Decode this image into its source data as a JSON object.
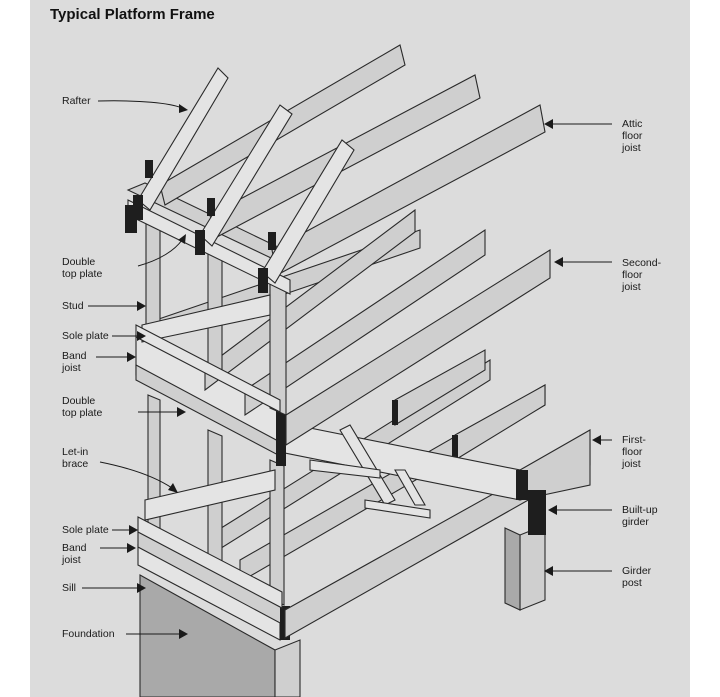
{
  "title": "Typical Platform Frame",
  "labels_left": {
    "rafter": [
      "Rafter"
    ],
    "double_top_plate_upper": [
      "Double",
      "top plate"
    ],
    "stud": [
      "Stud"
    ],
    "sole_plate_upper": [
      "Sole plate"
    ],
    "band_joist_upper": [
      "Band",
      "joist"
    ],
    "double_top_plate_lower": [
      "Double",
      "top plate"
    ],
    "let_in_brace": [
      "Let-in",
      "brace"
    ],
    "sole_plate_lower": [
      "Sole plate"
    ],
    "band_joist_lower": [
      "Band",
      "joist"
    ],
    "sill": [
      "Sill"
    ],
    "foundation": [
      "Foundation"
    ]
  },
  "labels_right": {
    "attic_floor_joist": [
      "Attic",
      "floor",
      "joist"
    ],
    "second_floor_joist": [
      "Second-",
      "floor",
      "joist"
    ],
    "first_floor_joist": [
      "First-",
      "floor",
      "joist"
    ],
    "built_up_girder": [
      "Built-up",
      "girder"
    ],
    "girder_post": [
      "Girder",
      "post"
    ]
  },
  "colors": {
    "paper": "#dcdcdc",
    "lumber": "#cfcfcf",
    "lumber_shadow": "#a9a9a9",
    "end_grain": "#1e1e1e",
    "ink": "#1a1a1a"
  }
}
